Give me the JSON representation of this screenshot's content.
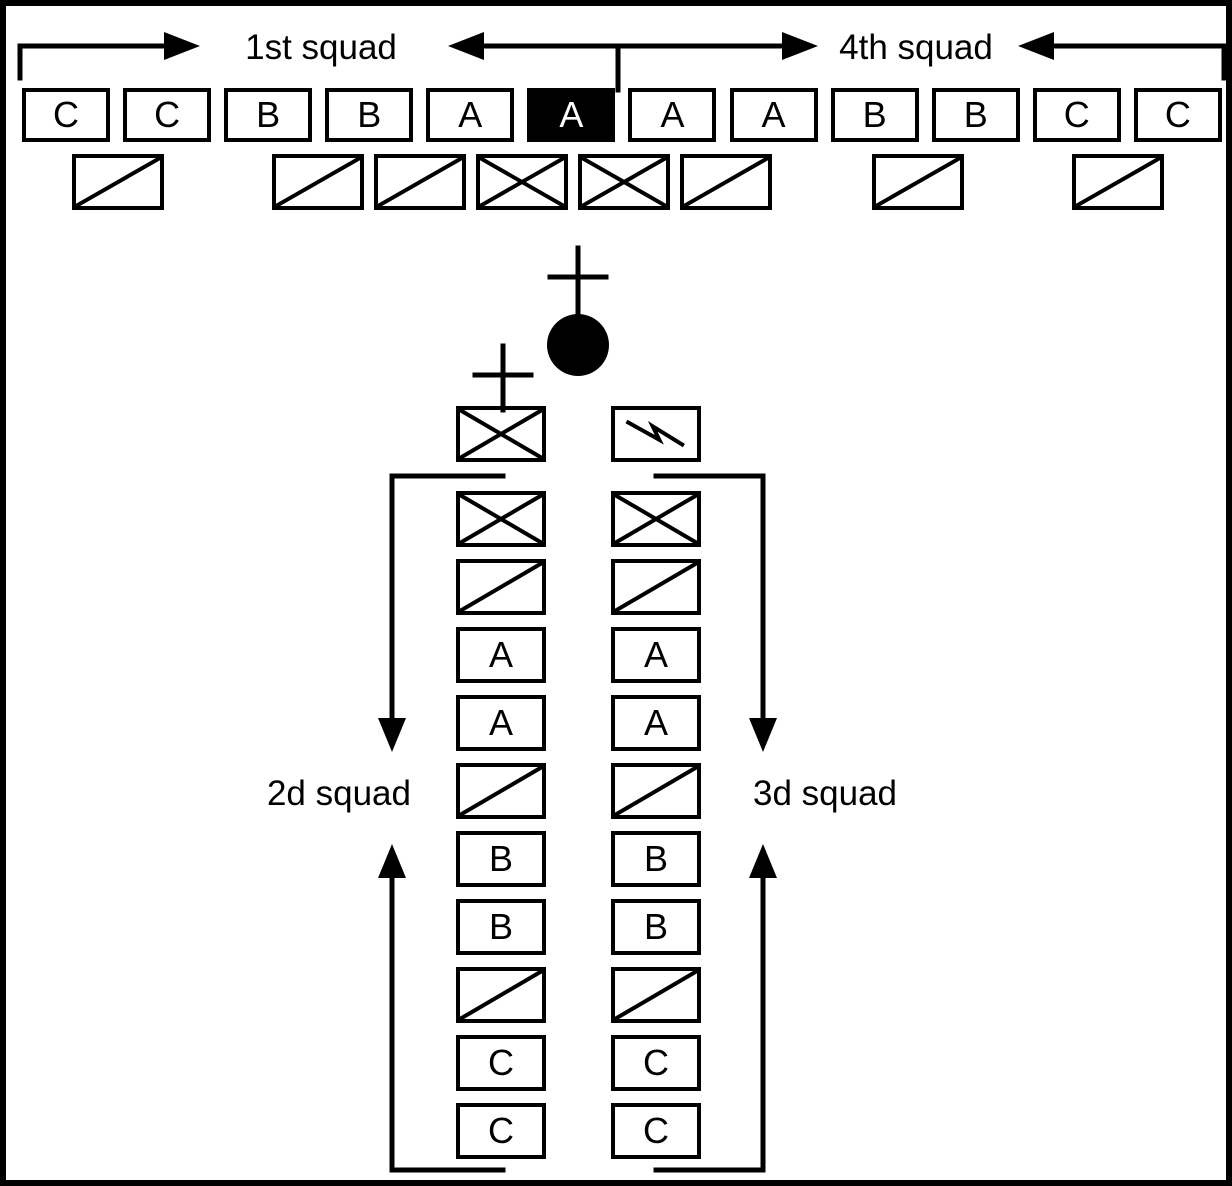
{
  "diagram": {
    "type": "military-squad-column-formation-diagram",
    "labels": {
      "squad1": "1st squad",
      "squad2": "2d squad",
      "squad3": "3d squad",
      "squad4": "4th squad"
    },
    "line_formation": {
      "rank1": [
        {
          "label": "C"
        },
        {
          "label": "C"
        },
        {
          "label": "B"
        },
        {
          "label": "B"
        },
        {
          "label": "A"
        },
        {
          "label": "A",
          "filled": true
        },
        {
          "label": "A"
        },
        {
          "label": "A"
        },
        {
          "label": "B"
        },
        {
          "label": "B"
        },
        {
          "label": "C"
        },
        {
          "label": "C"
        }
      ],
      "rank2_symbols": [
        "slash",
        "slash",
        "slash",
        "x",
        "x",
        "slash",
        "slash",
        "slash"
      ]
    },
    "center_symbols": [
      "cross",
      "filled-circle",
      "cross"
    ],
    "column_formation": {
      "left_header_symbol": "x-box",
      "right_header_symbol": "zigzag-box",
      "left": [
        {
          "symbol": "x"
        },
        {
          "symbol": "slash"
        },
        {
          "label": "A"
        },
        {
          "label": "A"
        },
        {
          "symbol": "slash"
        },
        {
          "label": "B"
        },
        {
          "label": "B"
        },
        {
          "symbol": "slash"
        },
        {
          "label": "C"
        },
        {
          "label": "C"
        }
      ],
      "right": [
        {
          "symbol": "x"
        },
        {
          "symbol": "slash"
        },
        {
          "label": "A"
        },
        {
          "label": "A"
        },
        {
          "symbol": "slash"
        },
        {
          "label": "B"
        },
        {
          "label": "B"
        },
        {
          "symbol": "slash"
        },
        {
          "label": "C"
        },
        {
          "label": "C"
        }
      ]
    },
    "colors": {
      "ink": "#000000",
      "paper": "#ffffff",
      "highlight_fill": "#000000",
      "highlight_text": "#ffffff"
    }
  }
}
